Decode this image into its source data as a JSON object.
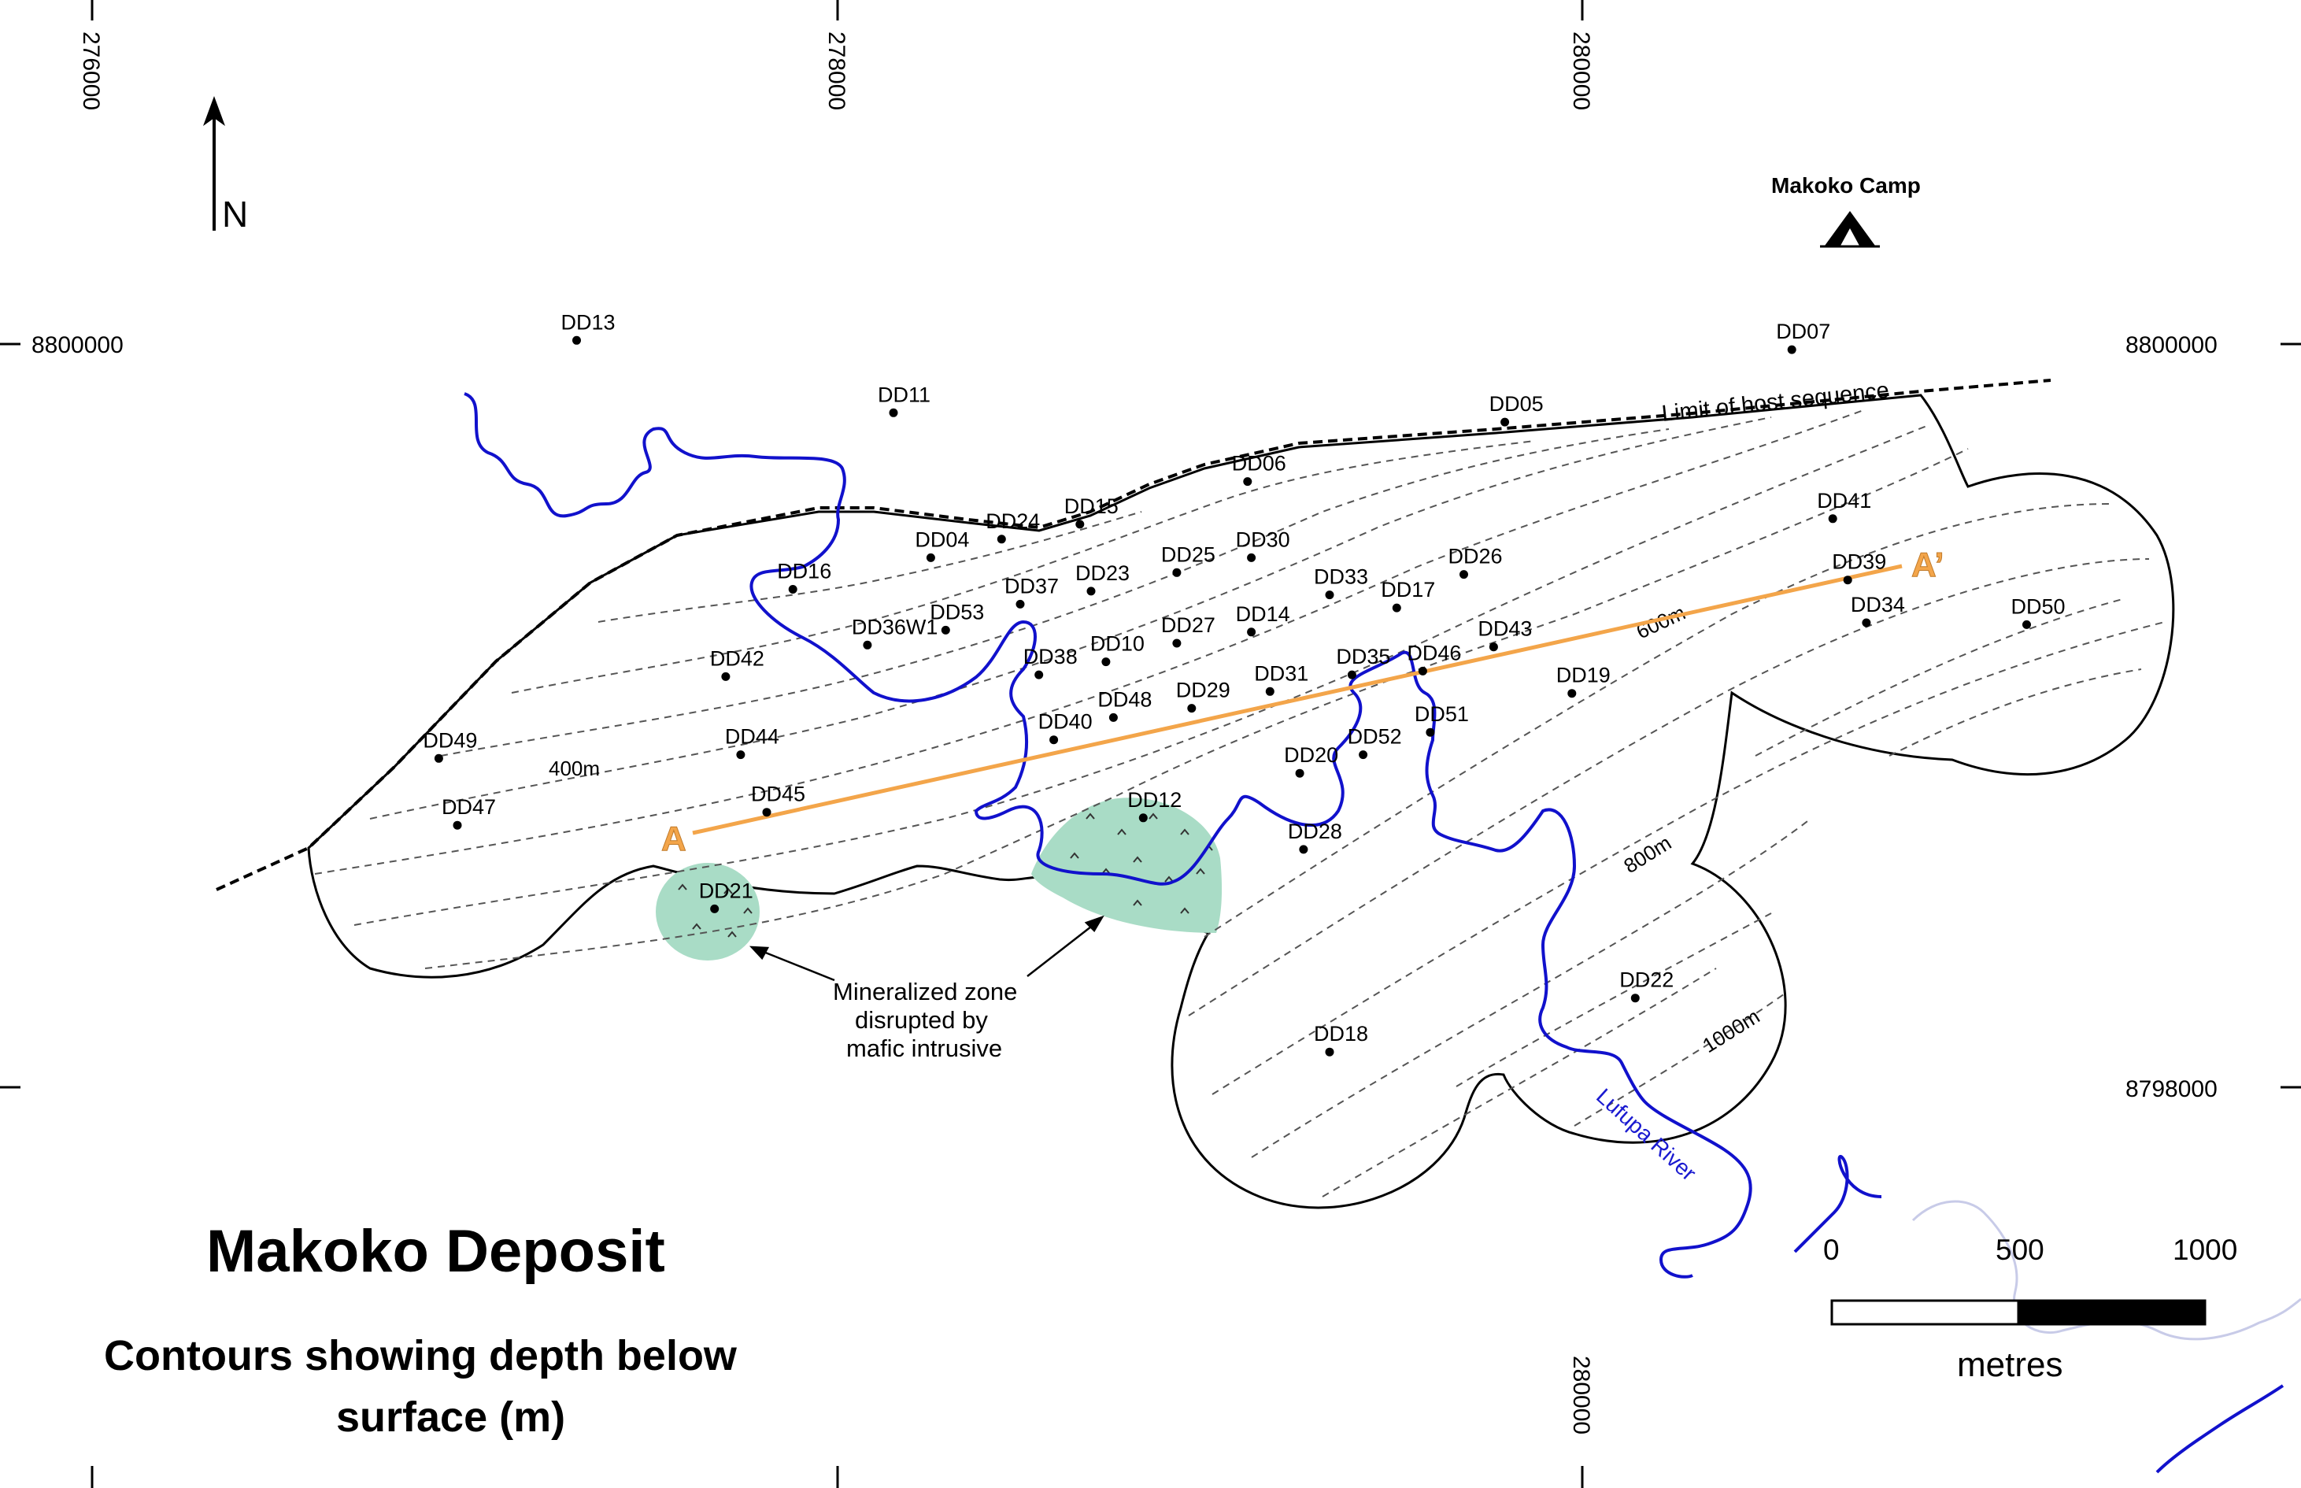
{
  "title": "Makoko Deposit",
  "subtitle_line1": "Contours showing depth below",
  "subtitle_line2": "surface (m)",
  "north_label": "N",
  "camp_label": "Makoko Camp",
  "limit_label": "Limit of host sequence",
  "river_label": "Lufupa River",
  "annotation": [
    "Mineralized zone",
    "disrupted by",
    "mafic intrusive"
  ],
  "section": {
    "start": "A",
    "end": "A’"
  },
  "contour_labels": [
    "400m",
    "600m",
    "800m",
    "1000m"
  ],
  "easting_labels": {
    "e276000": "276000",
    "e278000": "278000",
    "e280000": "280000",
    "e280000_bottom": "280000"
  },
  "northing_labels": {
    "n8800000_left": "8800000",
    "n8800000_right": "8800000",
    "n8798000": "8798000"
  },
  "scale_bar": {
    "labels": [
      "0",
      "500",
      "1000"
    ],
    "unit": "metres"
  },
  "drillholes": [
    {
      "id": "DD13",
      "e": 277300,
      "n": 8800010
    },
    {
      "id": "DD11",
      "e": 278150,
      "n": 8799815
    },
    {
      "id": "DD07",
      "e": 280560,
      "n": 8799985
    },
    {
      "id": "DD05",
      "e": 279790,
      "n": 8799790
    },
    {
      "id": "DD06",
      "e": 279100,
      "n": 8799630
    },
    {
      "id": "DD15",
      "e": 278650,
      "n": 8799515
    },
    {
      "id": "DD24",
      "e": 278440,
      "n": 8799475
    },
    {
      "id": "DD04",
      "e": 278250,
      "n": 8799425
    },
    {
      "id": "DD16",
      "e": 277880,
      "n": 8799340
    },
    {
      "id": "DD30",
      "e": 279110,
      "n": 8799425
    },
    {
      "id": "DD25",
      "e": 278910,
      "n": 8799385
    },
    {
      "id": "DD23",
      "e": 278680,
      "n": 8799335
    },
    {
      "id": "DD37",
      "e": 278490,
      "n": 8799300
    },
    {
      "id": "DD53",
      "e": 278290,
      "n": 8799230
    },
    {
      "id": "DD36W1",
      "e": 278080,
      "n": 8799190
    },
    {
      "id": "DD26",
      "e": 279680,
      "n": 8799380
    },
    {
      "id": "DD33",
      "e": 279320,
      "n": 8799325
    },
    {
      "id": "DD17",
      "e": 279500,
      "n": 8799290
    },
    {
      "id": "DD14",
      "e": 279110,
      "n": 8799225
    },
    {
      "id": "DD27",
      "e": 278910,
      "n": 8799195
    },
    {
      "id": "DD10",
      "e": 278720,
      "n": 8799145
    },
    {
      "id": "DD38",
      "e": 278540,
      "n": 8799110
    },
    {
      "id": "DD42",
      "e": 277700,
      "n": 8799105
    },
    {
      "id": "DD43",
      "e": 279760,
      "n": 8799185
    },
    {
      "id": "DD35",
      "e": 279380,
      "n": 8799110
    },
    {
      "id": "DD46",
      "e": 279570,
      "n": 8799120
    },
    {
      "id": "DD31",
      "e": 279160,
      "n": 8799065
    },
    {
      "id": "DD29",
      "e": 278950,
      "n": 8799020
    },
    {
      "id": "DD48",
      "e": 278740,
      "n": 8798995
    },
    {
      "id": "DD40",
      "e": 278580,
      "n": 8798935
    },
    {
      "id": "DD19",
      "e": 279970,
      "n": 8799060
    },
    {
      "id": "DD51",
      "e": 279590,
      "n": 8798955
    },
    {
      "id": "DD52",
      "e": 279410,
      "n": 8798895
    },
    {
      "id": "DD20",
      "e": 279240,
      "n": 8798845
    },
    {
      "id": "DD49",
      "e": 276930,
      "n": 8798885
    },
    {
      "id": "DD44",
      "e": 277740,
      "n": 8798895
    },
    {
      "id": "DD45",
      "e": 277810,
      "n": 8798740
    },
    {
      "id": "DD12",
      "e": 278820,
      "n": 8798725
    },
    {
      "id": "DD47",
      "e": 276980,
      "n": 8798705
    },
    {
      "id": "DD28",
      "e": 279250,
      "n": 8798640
    },
    {
      "id": "DD21",
      "e": 277670,
      "n": 8798480
    },
    {
      "id": "DD41",
      "e": 280670,
      "n": 8799530
    },
    {
      "id": "DD39",
      "e": 280710,
      "n": 8799365
    },
    {
      "id": "DD34",
      "e": 280760,
      "n": 8799250
    },
    {
      "id": "DD50",
      "e": 281190,
      "n": 8799245
    },
    {
      "id": "DD22",
      "e": 280140,
      "n": 8798240
    },
    {
      "id": "DD18",
      "e": 279320,
      "n": 8798095
    }
  ],
  "colors": {
    "river": "#1111cc",
    "section_line": "#f3a54a",
    "intrusive": "#a9dcc6",
    "contour": "#555555",
    "outline": "#000000"
  }
}
